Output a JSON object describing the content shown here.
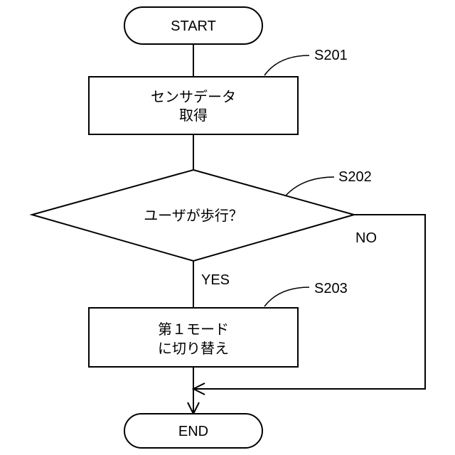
{
  "flowchart": {
    "start": {
      "label": "START"
    },
    "end": {
      "label": "END"
    },
    "steps": [
      {
        "id": "S201",
        "lines": [
          "センサデータ",
          "取得"
        ]
      },
      {
        "id": "S202",
        "text": "ユーザが歩行？",
        "yes": "YES",
        "no": "NO"
      },
      {
        "id": "S203",
        "lines": [
          "第１モード",
          "に切り替え"
        ]
      }
    ]
  }
}
